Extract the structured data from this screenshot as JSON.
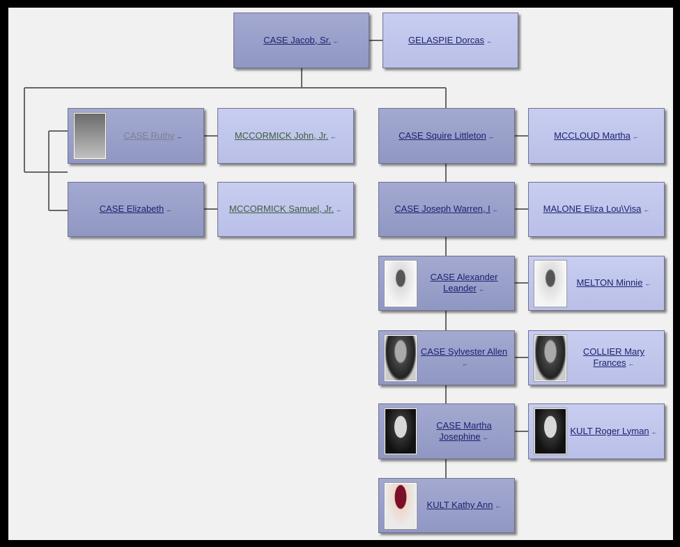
{
  "tree": {
    "nodes": [
      {
        "id": "jacob",
        "label": "CASE Jacob, Sr.",
        "type": "blood",
        "photo": null
      },
      {
        "id": "dorcas",
        "label": "GELASPIE Dorcas",
        "type": "spouse",
        "photo": null
      },
      {
        "id": "ruthy",
        "label": "CASE Ruthy",
        "type": "blood",
        "photo": "grey",
        "style": "faded"
      },
      {
        "id": "john",
        "label": "MCCORMICK John, Jr.",
        "type": "spouse",
        "photo": null,
        "style": "green"
      },
      {
        "id": "elizabeth",
        "label": "CASE Elizabeth",
        "type": "blood",
        "photo": null
      },
      {
        "id": "samuel",
        "label": "MCCORMICK Samuel, Jr.",
        "type": "spouse",
        "photo": null,
        "style": "green"
      },
      {
        "id": "squire",
        "label": "CASE Squire Littleton",
        "type": "blood",
        "photo": null
      },
      {
        "id": "martha_m",
        "label": "MCCLOUD Martha",
        "type": "spouse",
        "photo": null
      },
      {
        "id": "joseph",
        "label": "CASE Joseph Warren, I",
        "type": "blood",
        "photo": null
      },
      {
        "id": "eliza",
        "label": "MALONE Eliza Lou\\Visa",
        "type": "spouse",
        "photo": null
      },
      {
        "id": "alexander",
        "label": "CASE Alexander Leander",
        "type": "blood",
        "photo": "light"
      },
      {
        "id": "minnie",
        "label": "MELTON Minnie",
        "type": "spouse",
        "photo": "light"
      },
      {
        "id": "sylvester",
        "label": "CASE Sylvester Allen",
        "type": "blood",
        "photo": "mid"
      },
      {
        "id": "mary",
        "label": "COLLIER Mary Frances",
        "type": "spouse",
        "photo": "mid"
      },
      {
        "id": "martha_j",
        "label": "CASE Martha Josephine",
        "type": "blood",
        "photo": "dark"
      },
      {
        "id": "roger",
        "label": "KULT Roger Lyman",
        "type": "spouse",
        "photo": "dark"
      },
      {
        "id": "kathy",
        "label": "KULT Kathy Ann",
        "type": "blood",
        "photo": "color"
      }
    ]
  },
  "icons": {
    "link_arrow": "arrow-left-icon"
  },
  "colors": {
    "blood_box": "#9aa0c9",
    "spouse_box": "#c2c7ec",
    "link": "#1d2070",
    "background": "#f1f1f1"
  }
}
